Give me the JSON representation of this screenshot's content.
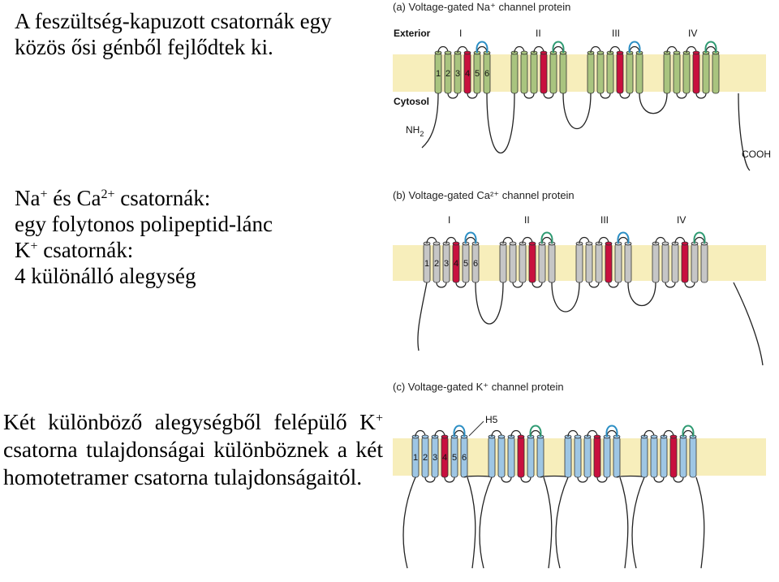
{
  "text": {
    "p1_line": "A feszültség-kapuzott csatornák egy közös ősi génből fejlődtek ki.",
    "p2_l1_a": "Na",
    "p2_l1_sup1": "+",
    "p2_l1_b": " és Ca",
    "p2_l1_sup2": "2+",
    "p2_l1_c": " csatornák:",
    "p2_l2": "egy folytonos polipeptid-lánc",
    "p2_l3_a": "K",
    "p2_l3_sup": "+",
    "p2_l3_b": " csatornák:",
    "p2_l4": "4 különálló alegység",
    "p3_a": "Két különböző alegységből felépülő K",
    "p3_sup": "+",
    "p3_b": " csatorna tulajdonságai különböznek a két homotetramer csatorna tulajdonságaitól."
  },
  "diagram": {
    "panel_a": {
      "caption": "(a) Voltage-gated Na⁺ channel protein",
      "exterior": "Exterior",
      "cytosol": "Cytosol",
      "nh2": "NH",
      "nh2_sub": "2",
      "cooh": "COOH",
      "domains": [
        "I",
        "II",
        "III",
        "IV"
      ],
      "helix_numbers": [
        "1",
        "2",
        "3",
        "4",
        "5",
        "6"
      ],
      "helix_color": "#a9c47f"
    },
    "panel_b": {
      "caption": "(b) Voltage-gated Ca²⁺ channel protein",
      "domains": [
        "I",
        "II",
        "III",
        "IV"
      ],
      "helix_numbers": [
        "1",
        "2",
        "3",
        "4",
        "5",
        "6"
      ],
      "helix_color": "#c6c6c6"
    },
    "panel_c": {
      "caption": "(c) Voltage-gated K⁺ channel protein",
      "h5_label": "H5",
      "helix_numbers": [
        "1",
        "2",
        "3",
        "4",
        "5",
        "6"
      ],
      "helix_color": "#9ec6e4"
    },
    "colors": {
      "membrane": "#f7eebb",
      "s4": "#c8103e",
      "pore_loop_blue": "#2b8ec4",
      "pore_loop_green": "#2e9a72"
    }
  }
}
